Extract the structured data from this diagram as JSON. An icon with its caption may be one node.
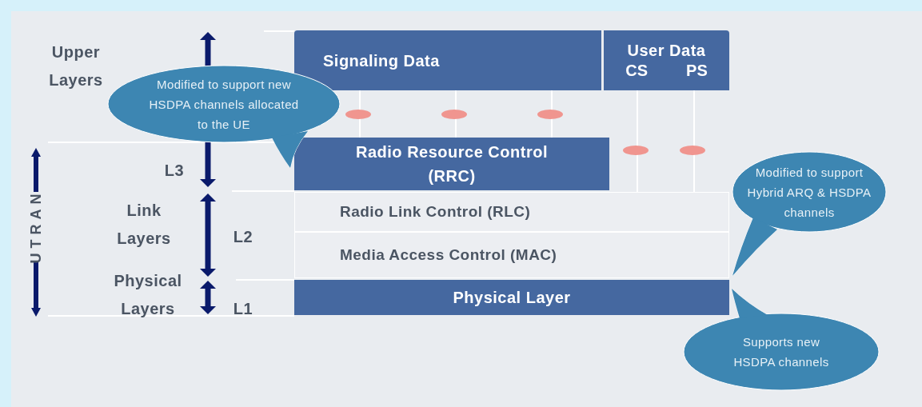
{
  "diagram": {
    "nodes": [
      {
        "text": [
          "Signaling Data"
        ]
      },
      {
        "text": [
          "User Data",
          "CS",
          "PS"
        ]
      },
      {
        "text": [
          "Radio Resource Control (RRC)"
        ]
      },
      {
        "text": [
          "Radio Link Control (RLC)"
        ]
      },
      {
        "text": [
          "Media Access Control (MAC)"
        ]
      },
      {
        "text": [
          "Physical Layer"
        ]
      },
      {
        "text": [
          "Modified to support new HSDPA channels allocated to the UE"
        ]
      },
      {
        "text": [
          "Modified to support Hybrid ARQ & HSDPA channels"
        ]
      },
      {
        "text": [
          "Supports new HSDPA channels"
        ]
      }
    ],
    "edges": [
      {
        "from": 0,
        "to": 2,
        "arrow": "none"
      },
      {
        "from": 0,
        "to": 2,
        "arrow": "none"
      },
      {
        "from": 0,
        "to": 2,
        "arrow": "none"
      },
      {
        "from": 1,
        "to": 3,
        "arrow": "none"
      },
      {
        "from": 1,
        "to": 3,
        "arrow": "none"
      }
    ],
    "labels": [
      "Upper Layers",
      "L3",
      "UTRAN",
      "Link Layers",
      "L2",
      "Physical Layers",
      "L1"
    ]
  }
}
